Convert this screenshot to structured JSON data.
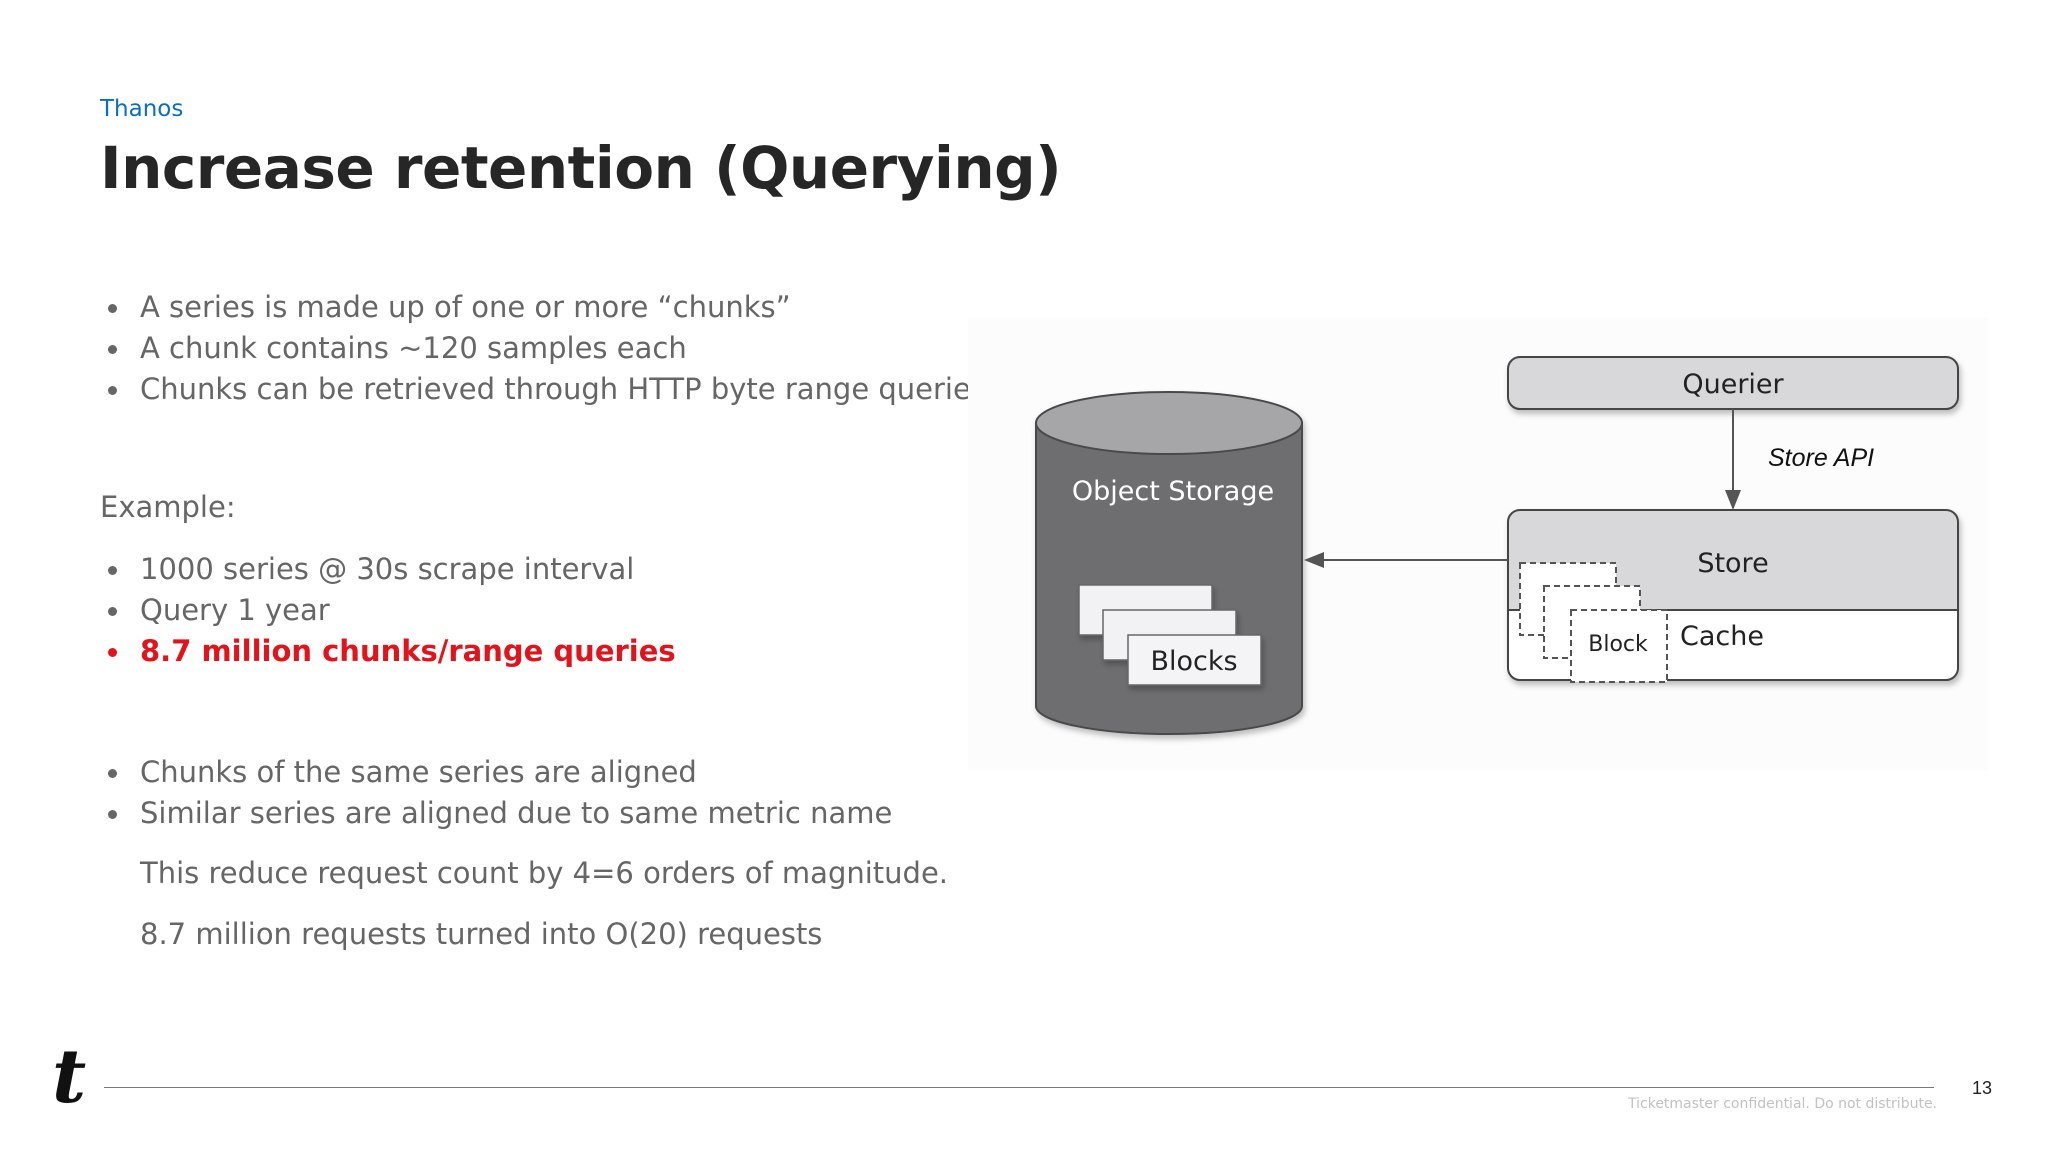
{
  "header": {
    "kicker": "Thanos",
    "title": "Increase retention (Querying)"
  },
  "bullets_top": [
    "A series is made up of one or more “chunks”",
    "A chunk contains ~120 samples each",
    "Chunks can be retrieved through HTTP byte range queries"
  ],
  "example_label": "Example:",
  "bullets_example": [
    "1000 series @ 30s scrape interval",
    "Query 1 year",
    "8.7 million chunks/range queries"
  ],
  "bullets_bottom": [
    "Chunks of the same series are aligned",
    "Similar series are aligned due to same metric name"
  ],
  "notes": [
    "This reduce request count by 4=6 orders of magnitude.",
    "8.7 million requests turned into O(20) requests"
  ],
  "diagram": {
    "object_storage": "Object Storage",
    "blocks": "Blocks",
    "querier": "Querier",
    "store_api": "Store API",
    "store": "Store",
    "cache": "Cache",
    "block": "Block"
  },
  "footer": {
    "logo": "t",
    "page_number": "13",
    "confidential": "Ticketmaster confidential. Do not distribute."
  },
  "colors": {
    "accent": "#0a6fc2",
    "highlight": "#e3131b",
    "cylinder": "#6e6e70",
    "box": "#d8d8da"
  }
}
